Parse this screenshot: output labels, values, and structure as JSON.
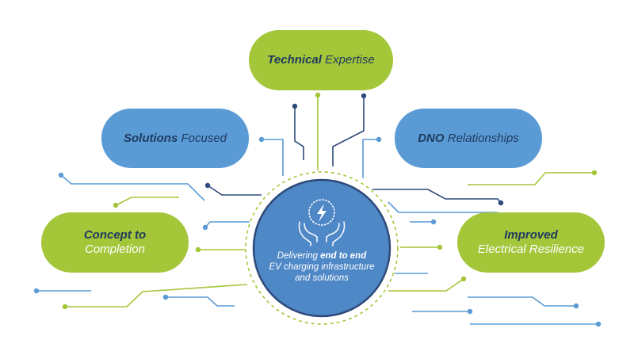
{
  "colors": {
    "green": "#a4c639",
    "blue": "#5b9bd5",
    "dark_navy": "#1f3a5f",
    "line_blue": "#5b9bd5",
    "line_navy": "#2e4a7a",
    "circle_blue": "#4e88c7"
  },
  "icon": "hands-lightning-icon",
  "nodes": {
    "technical": {
      "bold": "Technical",
      "rest": " Expertise"
    },
    "solutions": {
      "bold": "Solutions",
      "rest": " Focused"
    },
    "dno": {
      "bold": "DNO",
      "rest": " Relationships"
    },
    "concept": {
      "bold": "Concept to",
      "rest": "Completion"
    },
    "improved": {
      "bold": "Improved",
      "rest": "Electrical Resilience"
    }
  },
  "center": {
    "line1_pre": "Delivering ",
    "line1_bold": "end to end",
    "line2": "EV charging infrastructure",
    "line3": "and solutions"
  }
}
